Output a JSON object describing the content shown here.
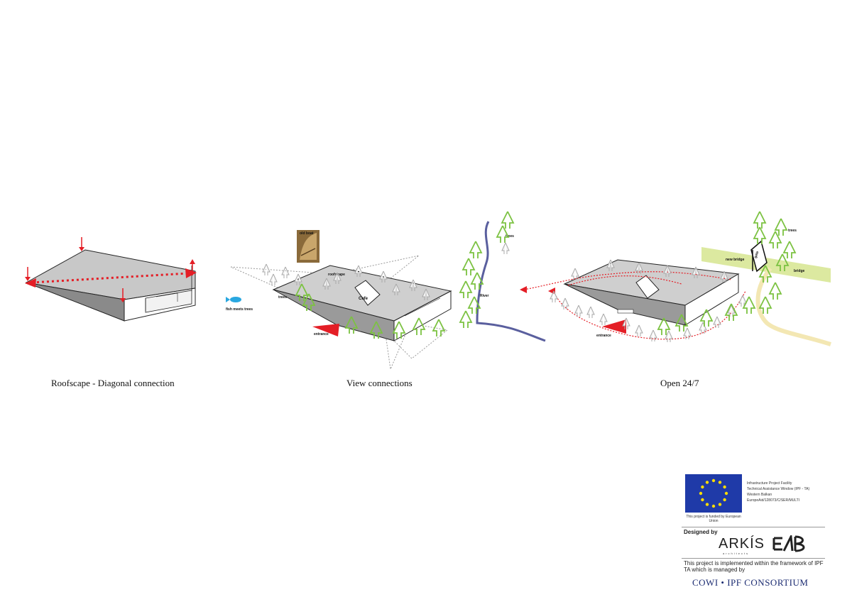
{
  "panels": {
    "roofscape": {
      "caption": "Roofscape - Diagonal connection"
    },
    "view": {
      "caption": "View connections",
      "labels": {
        "old_boat": "old boat",
        "roofscape": "roofscape",
        "trees": "trees",
        "cafe": "Cafe",
        "fish": "fish meets trees",
        "entrance": "entrance",
        "river": "River",
        "trees_river": "trees"
      }
    },
    "open": {
      "caption": "Open 24/7",
      "labels": {
        "trees": "trees",
        "new_bridge": "new bridge",
        "bridge": "bridge",
        "gate": "gate",
        "entrance": "entrance"
      }
    }
  },
  "footer": {
    "ipf_lines": [
      "Infrastructure Project Facility",
      "Technical Assistance Window (IPF - TA)",
      "Western Balkan",
      "EuropeAid/128073/C/SER/MULTI"
    ],
    "funded_text": "This project is funded by European Union",
    "designed_by": "Designed by",
    "arkis": "ARKÍS",
    "arkis_sub": "architects",
    "implemented_text": "This project is implemented within the framework of IPF TA which is managed by",
    "consortium": "COWI • IPF CONSORTIUM"
  },
  "colors": {
    "tree_green": "#7cc242",
    "arrow_red": "#e41e26",
    "river_blue": "#5a5f9e",
    "bridge_green": "#dce9a0",
    "path_yellow": "#f3e7b3",
    "eu_blue": "#1f3aa8",
    "eu_star": "#ffdd00",
    "roof_grey": "#c8c8c8"
  }
}
